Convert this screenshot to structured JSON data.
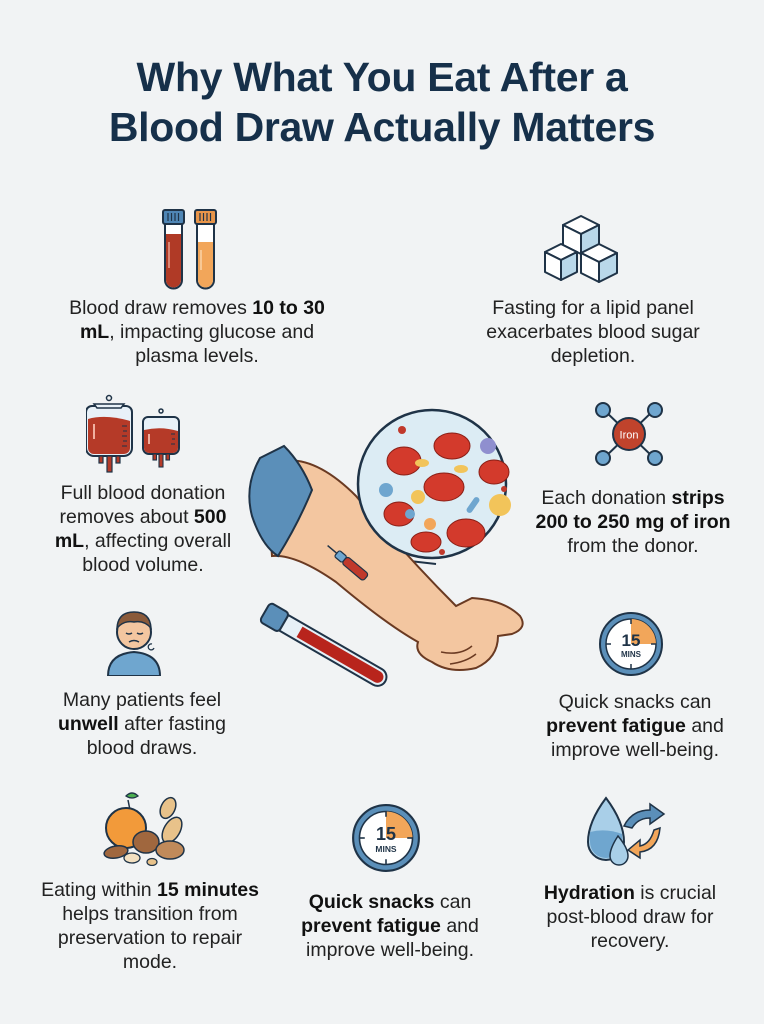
{
  "title": {
    "line1": "Why What You Eat After a",
    "line2": "Blood Draw Actually Matters"
  },
  "colors": {
    "background": "#f1f3f4",
    "title": "#16304a",
    "blood_red": "#c0392b",
    "accent_orange": "#f0a050",
    "accent_blue": "#5b8fb9"
  },
  "facts": [
    {
      "id": "blood-draw-volume",
      "icon": "test-tubes-icon",
      "pre": "Blood draw removes ",
      "bold": "10 to 30 mL",
      "post": ", impacting glucose and plasma levels."
    },
    {
      "id": "lipid-panel-fasting",
      "icon": "sugar-cubes-icon",
      "pre": "Fasting for a lipid panel exacerbates blood sugar depletion.",
      "bold": "",
      "post": ""
    },
    {
      "id": "full-donation-volume",
      "icon": "blood-bags-icon",
      "pre": "Full blood donation removes about ",
      "bold": "500 mL",
      "post": ", affecting overall blood volume."
    },
    {
      "id": "iron-loss",
      "icon": "iron-molecule-icon",
      "icon_label": "Iron",
      "pre": "Each donation ",
      "bold": "strips 200 to 250 mg of iron",
      "post": " from the donor."
    },
    {
      "id": "patients-unwell",
      "icon": "unwell-person-icon",
      "pre": "Many patients feel ",
      "bold": "unwell",
      "post": " after fasting blood draws."
    },
    {
      "id": "quick-snacks-right",
      "icon": "timer-15-mins-icon",
      "timer_number": "15",
      "timer_unit": "MINS",
      "pre": "Quick snacks can ",
      "bold": "prevent fatigue",
      "post": " and improve well-being."
    },
    {
      "id": "eat-within-15",
      "icon": "fruit-and-nuts-icon",
      "pre": "Eating within ",
      "bold": "15 minutes",
      "post": " helps transition from preservation to repair mode."
    },
    {
      "id": "quick-snacks-bottom",
      "icon": "timer-15-mins-icon",
      "timer_number": "15",
      "timer_unit": "MINS",
      "bold_first": "Quick snacks",
      "pre": " can ",
      "bold": "prevent fatigue",
      "post": " and improve well-being."
    },
    {
      "id": "hydration",
      "icon": "hydration-cycle-icon",
      "bold_first": "Hydration",
      "pre": " is crucial post-blood draw for recovery.",
      "bold": "",
      "post": ""
    }
  ],
  "center_illustration": {
    "name": "arm-blood-draw-illustration",
    "elements": [
      "arm-with-needle",
      "blood-cells-magnifier",
      "blood-sample-tube"
    ]
  }
}
